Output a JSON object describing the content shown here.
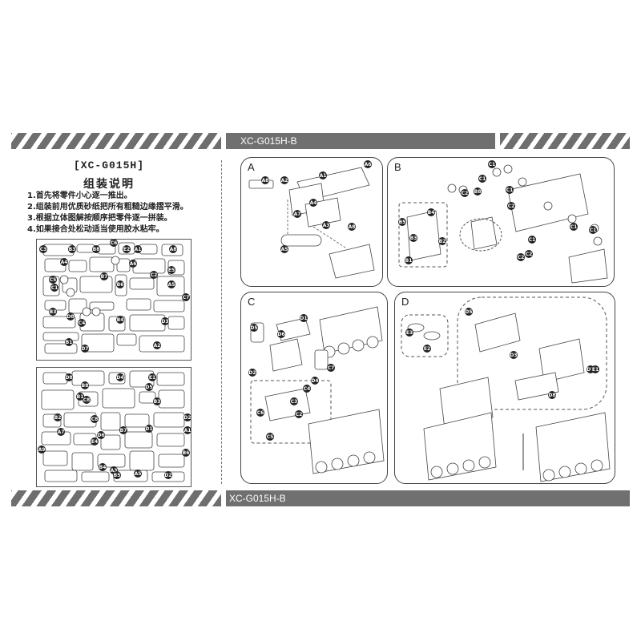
{
  "header": {
    "model_code": "XC-G015H-B"
  },
  "left_column": {
    "title": "[XC-G015H]",
    "subtitle": "组装说明",
    "instructions": [
      "1.首先将零件小心逐一推出。",
      "2.组装前用优质砂纸把所有粗糙边缘摺平滑。",
      "3.根据立体图解按顺序把零件逐一拼装。",
      "4.如果接合处松动适当使用胶水粘牢。"
    ]
  },
  "sheet1_labels": [
    "C3",
    "B3",
    "A1",
    "C6",
    "B8",
    "E2",
    "A8",
    "A4",
    "C5",
    "B7",
    "A6",
    "E5",
    "C1",
    "D8",
    "B3",
    "B6",
    "A5",
    "B1",
    "C4",
    "B4",
    "D3",
    "C7",
    "D7",
    "A2",
    "C2"
  ],
  "sheet2_labels": [
    "D8",
    "D4",
    "B8",
    "E1",
    "D5",
    "B2",
    "C8",
    "B1",
    "C8",
    "D1",
    "A7",
    "D6",
    "B7",
    "A1",
    "D2",
    "B3",
    "E4",
    "A3",
    "B6",
    "A9",
    "B4",
    "B5",
    "D2",
    "A5"
  ],
  "panels": [
    {
      "id": "A",
      "labels": [
        "A1",
        "A6",
        "A2",
        "A3",
        "A4",
        "A7",
        "A8",
        "A8",
        "A5"
      ]
    },
    {
      "id": "B",
      "labels": [
        "C1",
        "C1",
        "C2",
        "B8",
        "C1",
        "C2",
        "B4",
        "B5",
        "B3",
        "B1",
        "B2",
        "C1",
        "C2",
        "C1",
        "C1",
        "C2"
      ]
    },
    {
      "id": "C",
      "labels": [
        "D5",
        "D1",
        "D6",
        "D2",
        "D4",
        "C7",
        "C4",
        "C3",
        "C2",
        "C6",
        "C5"
      ]
    },
    {
      "id": "D",
      "labels": [
        "D5",
        "E3",
        "E2",
        "D3",
        "D7",
        "E1",
        "D8"
      ]
    }
  ],
  "colors": {
    "stripe": "#6e6e6e",
    "bar": "#707070",
    "label_badge": "#222222"
  }
}
